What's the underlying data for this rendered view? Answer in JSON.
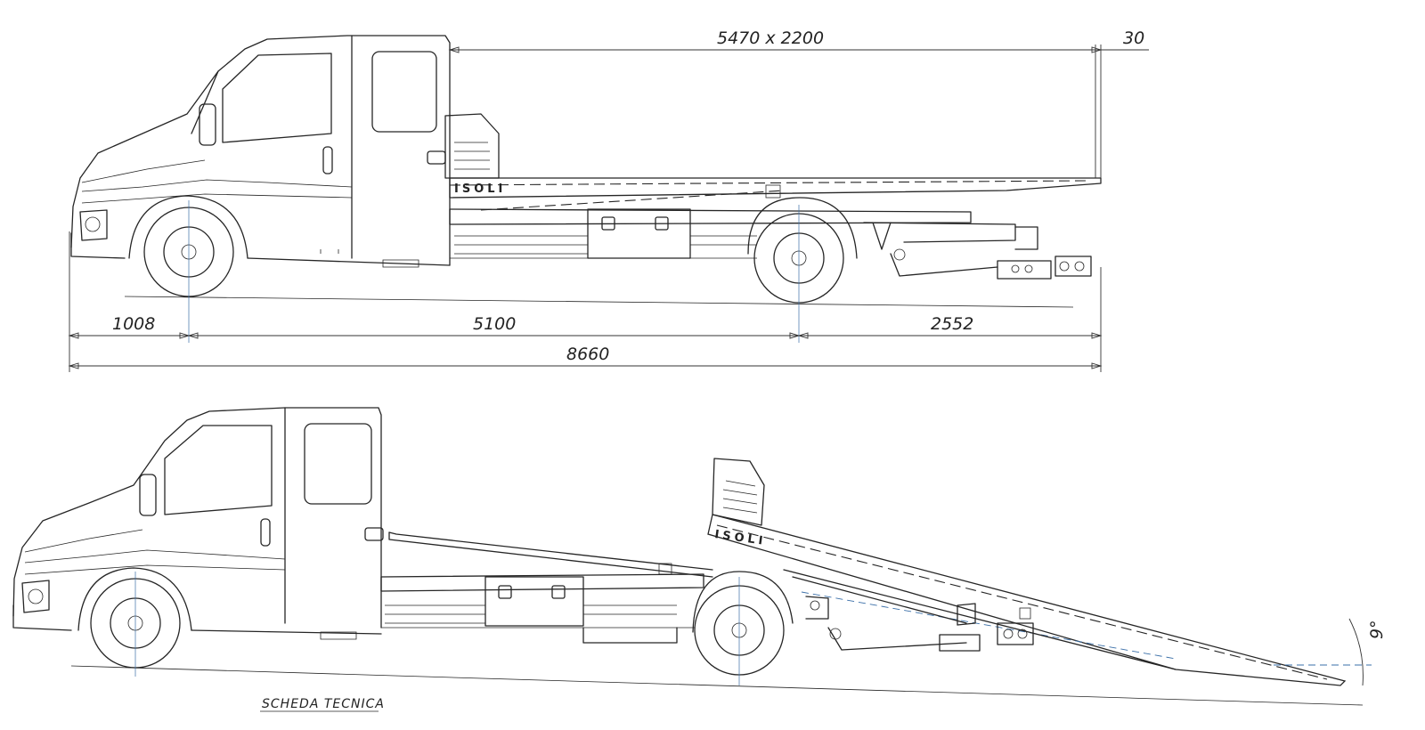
{
  "view_top": {
    "dimension_bed": "5470 x 2200",
    "dimension_overhang": "30",
    "dimension_front": "1008",
    "dimension_wheelbase": "5100",
    "dimension_rear": "2552",
    "dimension_total": "8660",
    "brand": "ISOLI"
  },
  "view_bottom": {
    "angle": "9°",
    "brand": "ISOLI"
  },
  "footer": {
    "caption": "SCHEDA TECNICA"
  }
}
